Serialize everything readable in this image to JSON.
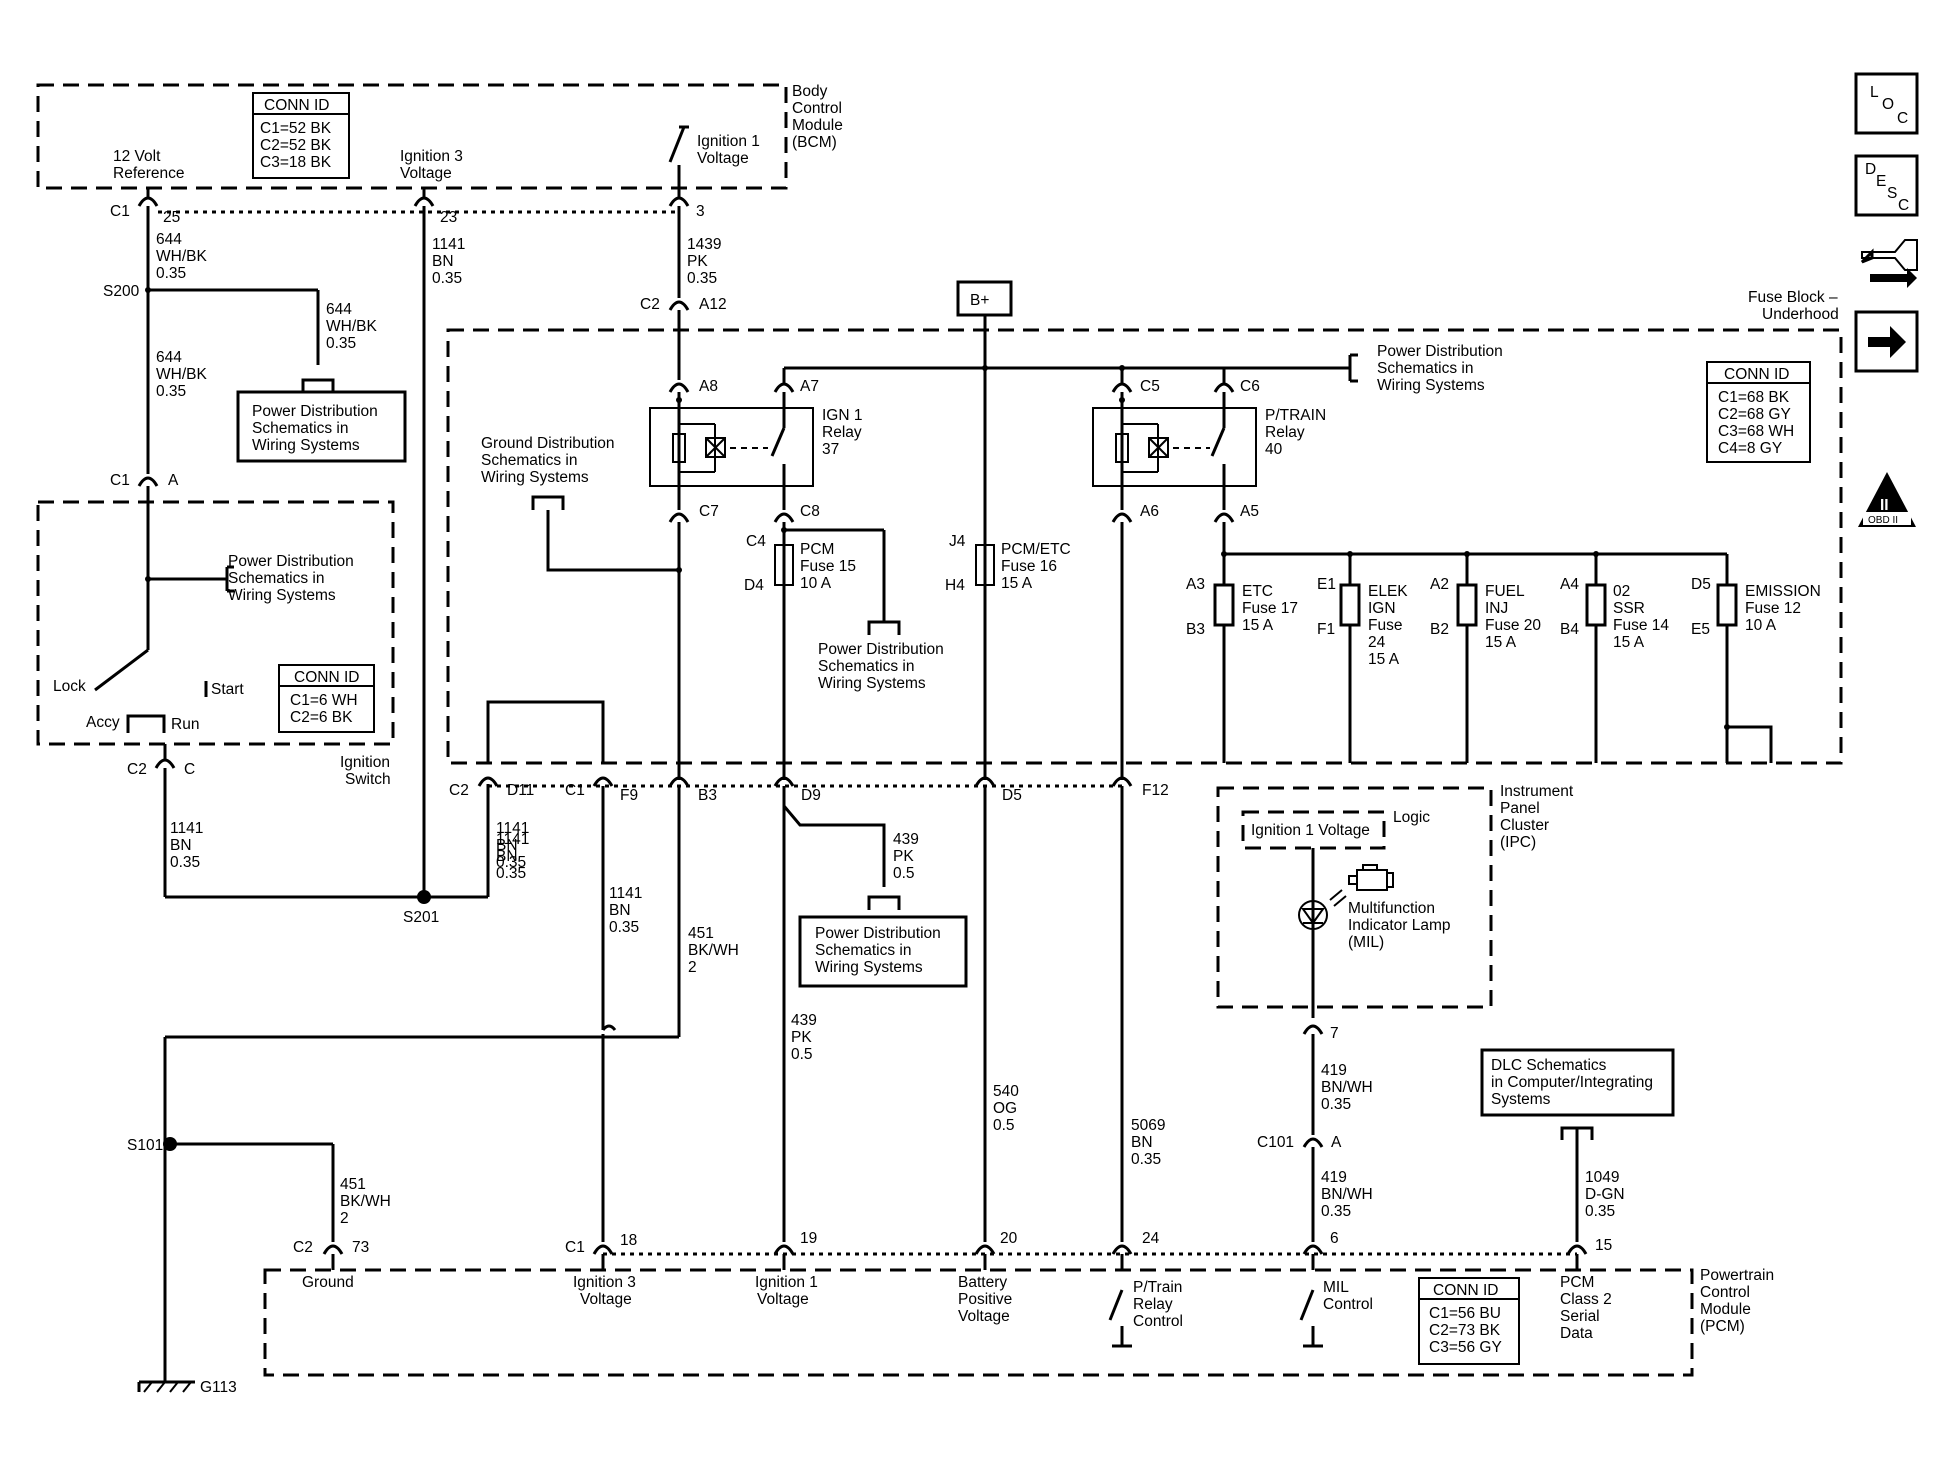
{
  "modules": {
    "bcm": [
      "Body",
      "Control",
      "Module",
      "(BCM)"
    ],
    "bcm_conn": {
      "title": "CONN ID",
      "lines": [
        "C1=52 BK",
        "C2=52 BK",
        "C3=18 BK"
      ]
    },
    "bcm_pins": {
      "ref12": [
        "12 Volt",
        "Reference"
      ],
      "ign3": [
        "Ignition 3",
        "Voltage"
      ],
      "ign1": [
        "Ignition 1",
        "Voltage"
      ]
    },
    "fuse_block": [
      "Fuse Block –",
      "Underhood"
    ],
    "fuse_conn": {
      "title": "CONN ID",
      "lines": [
        "C1=68 BK",
        "C2=68 GY",
        "C3=68 WH",
        "C4=8 GY"
      ]
    },
    "ign_switch": [
      "Ignition",
      "Switch"
    ],
    "ign_switch_conn": {
      "title": "CONN ID",
      "lines": [
        "C1=6 WH",
        "C2=6 BK"
      ]
    },
    "ign_switch_positions": {
      "lock": "Lock",
      "start": "Start",
      "accy": "Accy",
      "run": "Run"
    },
    "ipc": [
      "Instrument",
      "Panel",
      "Cluster",
      "(IPC)"
    ],
    "ipc_logic": "Logic",
    "ipc_ign1": "Ignition 1 Voltage",
    "mil": [
      "Multifunction",
      "Indicator Lamp",
      "(MIL)"
    ],
    "pcm": [
      "Powertrain",
      "Control",
      "Module",
      "(PCM)"
    ],
    "pcm_conn": {
      "title": "CONN ID",
      "lines": [
        "C1=56 BU",
        "C2=73 BK",
        "C3=56 GY"
      ]
    },
    "pcm_pins": {
      "ground": [
        "Ground"
      ],
      "ign3": [
        "Ignition 3",
        "Voltage"
      ],
      "ign1": [
        "Ignition 1",
        "Voltage"
      ],
      "batt": [
        "Battery",
        "Positive",
        "Voltage"
      ],
      "ptrain": [
        "P/Train",
        "Relay",
        "Control"
      ],
      "mil": [
        "MIL",
        "Control"
      ],
      "class2": [
        "PCM",
        "Class 2",
        "Serial",
        "Data"
      ]
    }
  },
  "refs": {
    "power_dist": [
      "Power Distribution",
      "Schematics in",
      "Wiring Systems"
    ],
    "ground_dist": [
      "Ground Distribution",
      "Schematics in",
      "Wiring Systems"
    ],
    "dlc": [
      "DLC Schematics",
      "in Computer/Integrating",
      "Systems"
    ]
  },
  "relays": {
    "ign1": [
      "IGN 1",
      "Relay",
      "37"
    ],
    "ptrain": [
      "P/TRAIN",
      "Relay",
      "40"
    ]
  },
  "fuses": {
    "pcm": [
      "PCM",
      "Fuse 15",
      "10 A"
    ],
    "pcm_etc": [
      "PCM/ETC",
      "Fuse 16",
      "15 A"
    ],
    "etc": [
      "ETC",
      "Fuse 17",
      "15 A"
    ],
    "elek": [
      "ELEK",
      "IGN",
      "Fuse",
      "24",
      "15 A"
    ],
    "fuel": [
      "FUEL",
      "INJ",
      "Fuse 20",
      "15 A"
    ],
    "ssr": [
      "02",
      "SSR",
      "Fuse 14",
      "15 A"
    ],
    "emission": [
      "EMISSION",
      "Fuse 12",
      "10 A"
    ]
  },
  "battery": "B+",
  "splices": {
    "s200": "S200",
    "s201": "S201",
    "s101": "S101",
    "g113": "G113"
  },
  "wires": {
    "w644a": [
      "644",
      "WH/BK",
      "0.35"
    ],
    "w644b": [
      "644",
      "WH/BK",
      "0.35"
    ],
    "w644c": [
      "644",
      "WH/BK",
      "0.35"
    ],
    "w1141a": [
      "1141",
      "BN",
      "0.35"
    ],
    "w1141b": [
      "1141",
      "BN",
      "0.35"
    ],
    "w1141c": [
      "1141",
      "BN",
      "0.35"
    ],
    "w1141d": [
      "1141",
      "BN",
      "0.35"
    ],
    "w1439": [
      "1439",
      "PK",
      "0.35"
    ],
    "w451a": [
      "451",
      "BK/WH",
      "2"
    ],
    "w451b": [
      "451",
      "BK/WH",
      "2"
    ],
    "w439a": [
      "439",
      "PK",
      "0.5"
    ],
    "w439b": [
      "439",
      "PK",
      "0.5"
    ],
    "w540": [
      "540",
      "OG",
      "0.5"
    ],
    "w5069": [
      "5069",
      "BN",
      "0.35"
    ],
    "w419a": [
      "419",
      "BN/WH",
      "0.35"
    ],
    "w419b": [
      "419",
      "BN/WH",
      "0.35"
    ],
    "w1049": [
      "1049",
      "D-GN",
      "0.35"
    ]
  },
  "connectors": {
    "bcm_c1": "C1",
    "bcm_25": "25",
    "bcm_23": "23",
    "bcm_3": "3",
    "c2": "C2",
    "a12": "A12",
    "a8": "A8",
    "a7": "A7",
    "c5": "C5",
    "c6": "C6",
    "c7": "C7",
    "c8": "C8",
    "a6": "A6",
    "a5": "A5",
    "c4": "C4",
    "d4": "D4",
    "j4": "J4",
    "h4": "H4",
    "a3": "A3",
    "b3f": "B3",
    "e1": "E1",
    "f1": "F1",
    "a2": "A2",
    "b2": "B2",
    "a4": "A4",
    "b4": "B4",
    "d5f": "D5",
    "e5": "E5",
    "sw_c1": "C1",
    "sw_a": "A",
    "sw_c2": "C2",
    "sw_c": "C",
    "fb_c2": "C2",
    "d11": "D11",
    "fb_c1": "C1",
    "f9": "F9",
    "b3": "B3",
    "d9": "D9",
    "d5": "D5",
    "f12": "F12",
    "ipc_7": "7",
    "c101": "C101",
    "c101_a": "A",
    "pcm_c2": "C2",
    "p73": "73",
    "pcm_c1": "C1",
    "p18": "18",
    "p19": "19",
    "p20": "20",
    "p24": "24",
    "p6": "6",
    "p15": "15"
  },
  "side_buttons": {
    "loc": [
      "L",
      "O",
      "C"
    ],
    "desc": [
      "D",
      "E",
      "S",
      "C"
    ],
    "obd": "OBD II",
    "obd_num": "II"
  }
}
